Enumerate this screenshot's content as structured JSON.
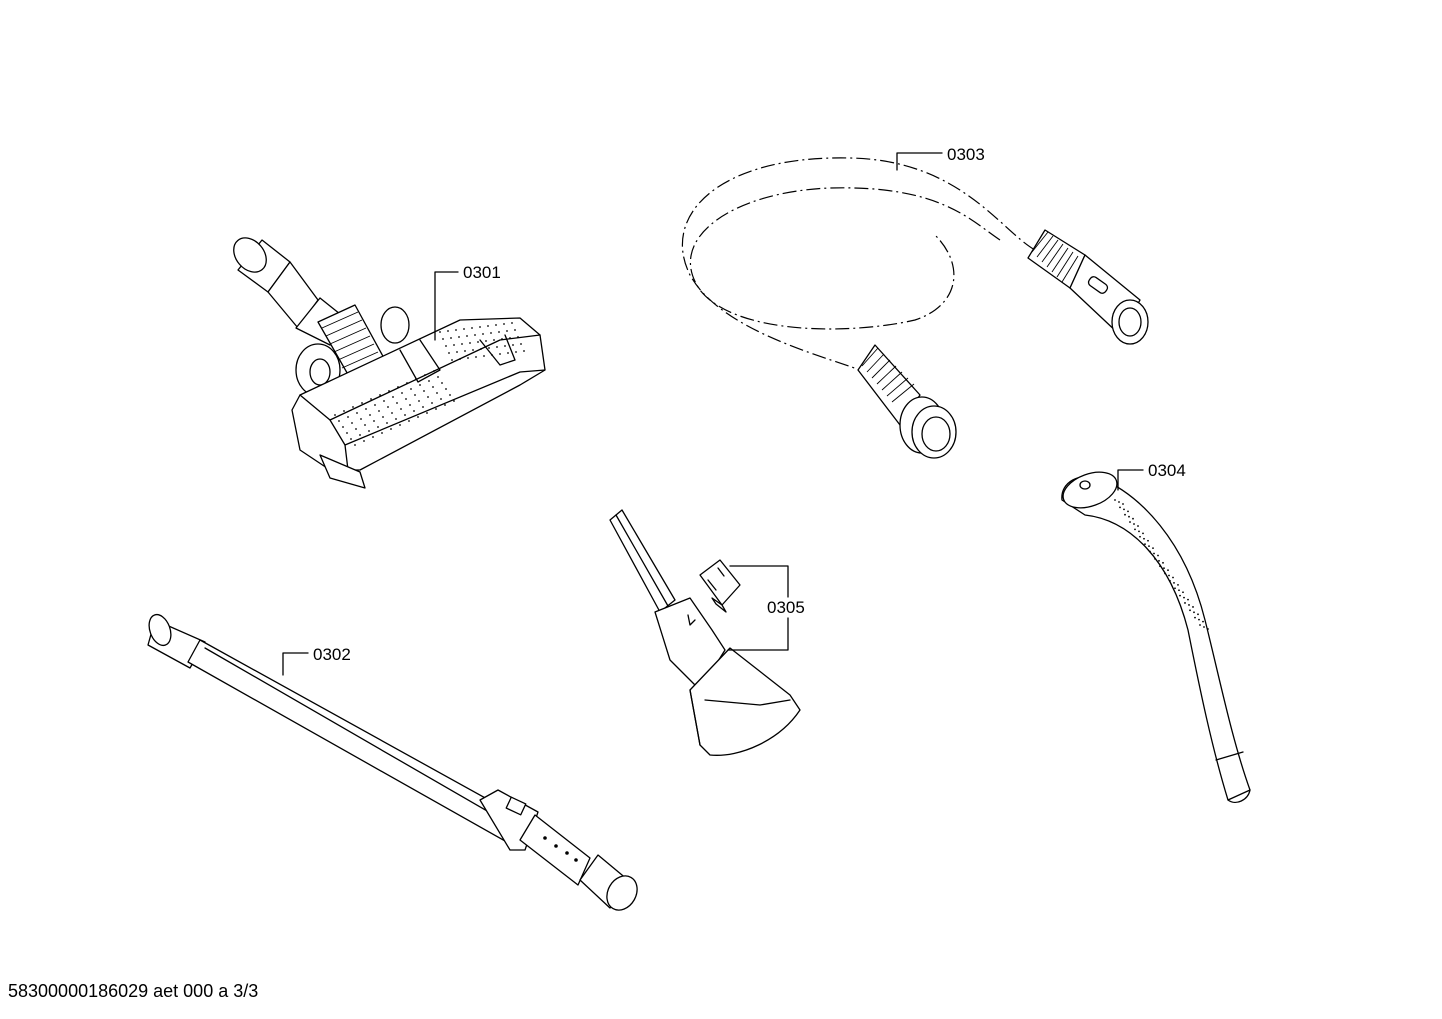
{
  "parts": [
    {
      "id": "0301",
      "name": "floor nozzle"
    },
    {
      "id": "0302",
      "name": "telescopic tube"
    },
    {
      "id": "0303",
      "name": "suction hose"
    },
    {
      "id": "0304",
      "name": "hose handle"
    },
    {
      "id": "0305",
      "name": "crevice nozzle with clip"
    }
  ],
  "labels": {
    "p0301": "0301",
    "p0302": "0302",
    "p0303": "0303",
    "p0304": "0304",
    "p0305": "0305"
  },
  "footer": {
    "doc_id": "58300000186029 aet 000 a 3/3"
  }
}
